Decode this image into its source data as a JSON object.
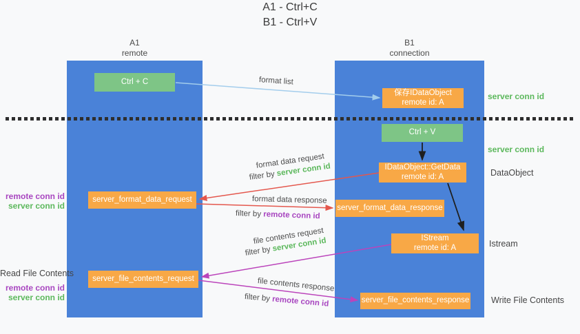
{
  "title": {
    "line1": "A1 - Ctrl+C",
    "line2": "B1 - Ctrl+V"
  },
  "lanes": {
    "a1": {
      "name": "A1",
      "role": "remote"
    },
    "b1": {
      "name": "B1",
      "role": "connection"
    }
  },
  "nodes": {
    "ctrl_c": {
      "label": "Ctrl + C"
    },
    "ctrl_v": {
      "label": "Ctrl + V"
    },
    "save_dataobject": {
      "line1": "保存IDataObject",
      "line2": "remote id: A"
    },
    "getdata": {
      "line1": "IDataObject::GetData",
      "line2": "remote id: A"
    },
    "istream": {
      "line1": "IStream",
      "line2": "remote id: A"
    },
    "format_request": {
      "label": "server_format_data_request"
    },
    "format_response": {
      "label": "server_format_data_response"
    },
    "file_request": {
      "label": "server_file_contents_request"
    },
    "file_response": {
      "label": "server_file_contents_response"
    }
  },
  "side_labels": {
    "server_conn_id_top": "server conn id",
    "server_conn_id_mid": "server conn id",
    "dataobject": "DataObject",
    "istream": "Istream",
    "write_file_contents": "Write File Contents",
    "read_file_contents": "Read File Contents",
    "req1_remote_conn_id": "remote conn id",
    "req1_server_conn_id": "server conn id",
    "req2_remote_conn_id": "remote conn id",
    "req2_server_conn_id": "server conn id"
  },
  "arrow_labels": {
    "format_list": "format list",
    "format_data_request": "format data request",
    "format_data_response": "format data response",
    "file_contents_request": "file contents request",
    "file_contents_response": "file contents response",
    "filter_by": "filter by ",
    "filter_server_conn_id": "server conn id",
    "filter_remote_conn_id": "remote conn id"
  },
  "colors": {
    "lane_blue": "#4a82d8",
    "node_green": "#7ec586",
    "node_orange": "#f8a846",
    "arrow_red": "#e4574d",
    "arrow_magenta": "#bb44bb",
    "arrow_light_blue": "#a3cdec",
    "arrow_black": "#1f1f1f",
    "text_green": "#5cb85c",
    "text_purple": "#a846c0"
  }
}
